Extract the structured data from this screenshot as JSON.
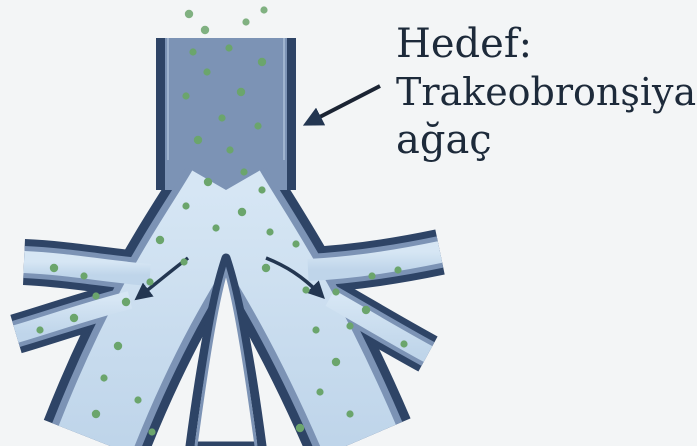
{
  "label": {
    "line1": "Hedef:",
    "line2": "Trakeobronşiyal",
    "line3": "ağaç"
  },
  "icons": {
    "pointer": "arrow-pointer-icon",
    "flow": "flow-arrow-icon"
  },
  "colors": {
    "background": "#f3f5f6",
    "airway_wall": "#2e4466",
    "airway_mid": "#7c93b5",
    "airway_lumen": "#cfe0f0",
    "particle": "#6ba56c",
    "text": "#1d2a3a"
  }
}
